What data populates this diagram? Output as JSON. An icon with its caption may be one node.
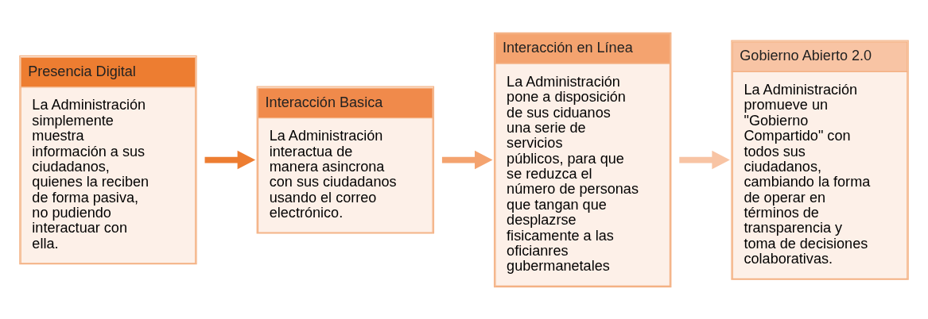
{
  "diagram": {
    "nodes": [
      {
        "text": [
          "Presencia Digital",
          "La Administración simplemente muestra información a sus ciudadanos, quienes la reciben de forma pasiva, no pudiendo interactuar con ella."
        ]
      },
      {
        "text": [
          "Interacción Basica",
          "La Administración interactua de manera asincrona con sus ciudadanos usando el correo electrónico."
        ]
      },
      {
        "text": [
          "Interacción en Línea",
          "La Administración pone a disposición de sus ciduanos una serie de servicios públicos, para que se reduzca el número de personas que tangan que desplazrse fisicamente a las oficianres gubermanetales"
        ]
      },
      {
        "text": [
          "Gobierno Abierto 2.0",
          "La Administración promueve un \"Gobierno Compartido\" con todos sus ciudadanos, cambiando la forma de operar en términos de transparencia y toma de decisiones colaborativas."
        ]
      }
    ],
    "edges": [
      {
        "from": 0,
        "to": 1,
        "arrow": "to",
        "color": "#ed7d31"
      },
      {
        "from": 1,
        "to": 2,
        "arrow": "to",
        "color": "#f4a36f"
      },
      {
        "from": 2,
        "to": 3,
        "arrow": "to",
        "color": "#f8c4a4"
      }
    ]
  }
}
